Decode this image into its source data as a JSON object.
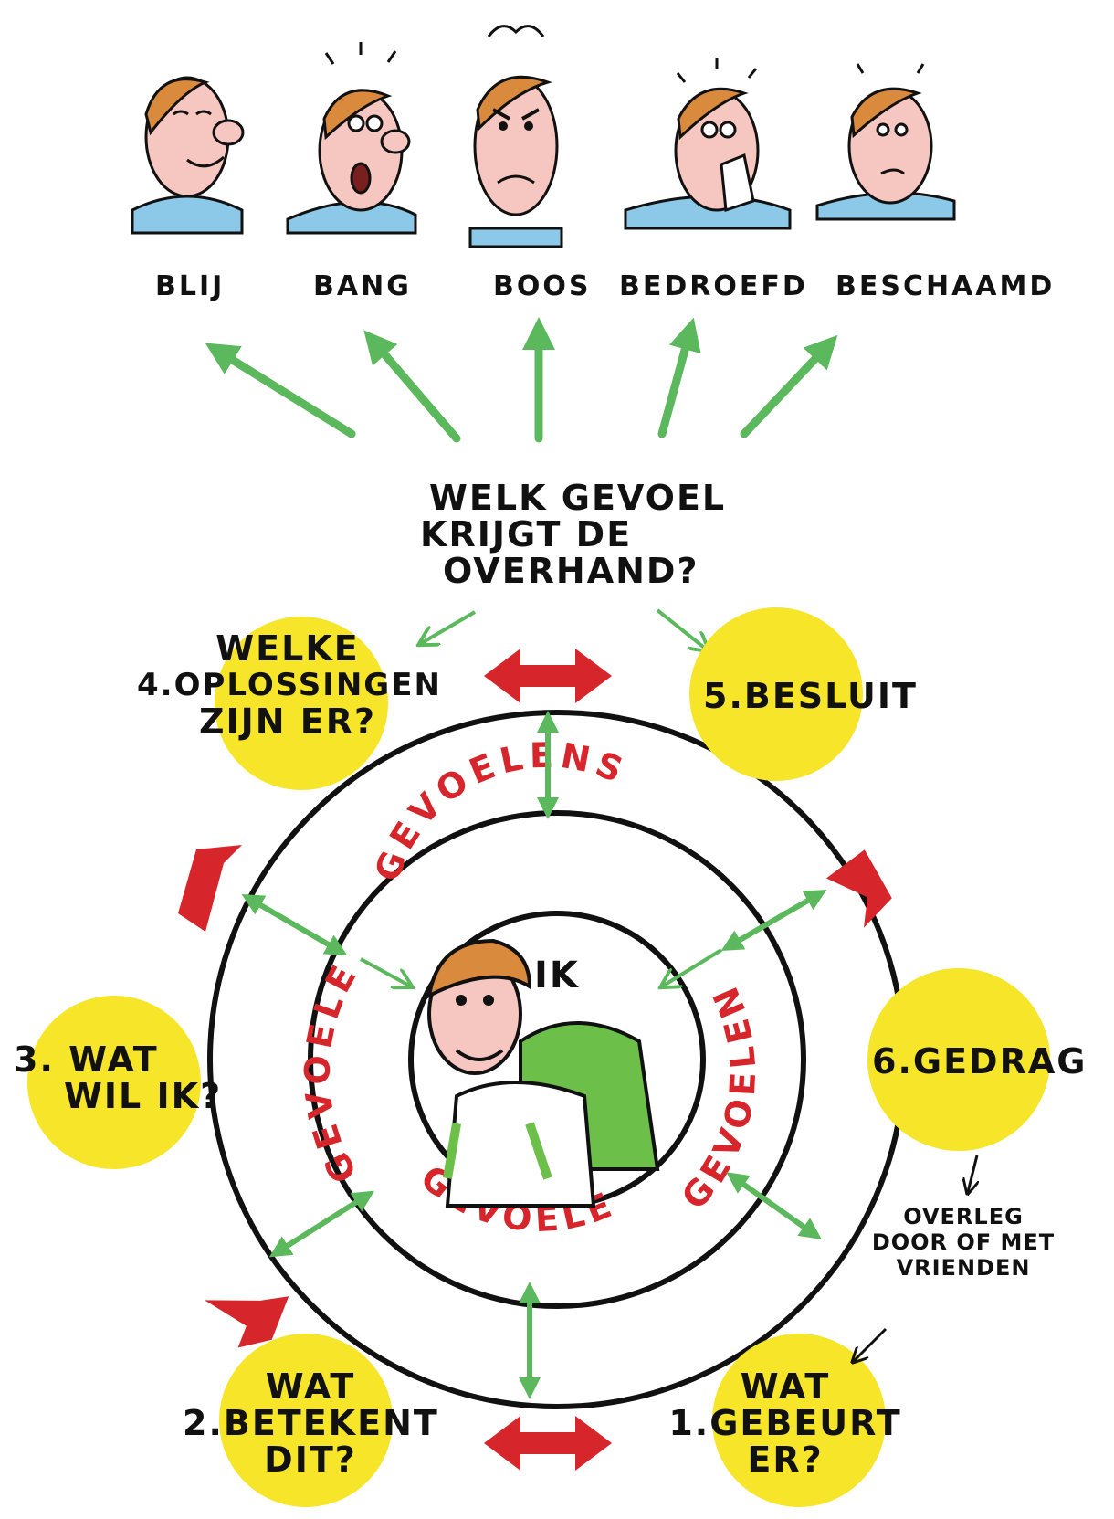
{
  "emotions": [
    {
      "label": "BLIJ",
      "icon": "happy-face-icon"
    },
    {
      "label": "BANG",
      "icon": "scared-face-icon"
    },
    {
      "label": "BOOS",
      "icon": "angry-face-icon"
    },
    {
      "label": "BEDROEFD",
      "icon": "sad-face-icon"
    },
    {
      "label": "BESCHAAMD",
      "icon": "ashamed-face-icon"
    }
  ],
  "question": {
    "line1": "WELK GEVOEL",
    "line2": "KRIJGT DE",
    "line3": "OVERHAND?"
  },
  "center": {
    "label": "IK",
    "ring_word": "GEVOELENS"
  },
  "steps": {
    "s1": {
      "l1": "WAT",
      "l2": "1.GEBEURT",
      "l3": "ER?"
    },
    "s2": {
      "l1": "WAT",
      "l2": "2.BETEKENT",
      "l3": "DIT?"
    },
    "s3": {
      "l1": "3. WAT",
      "l2": "WIL IK?"
    },
    "s4": {
      "l1": "WELKE",
      "l2": "4.OPLOSSINGEN",
      "l3": "ZIJN ER?"
    },
    "s5": {
      "l1": "5.BESLUIT"
    },
    "s6": {
      "l1": "6.GEDRAG"
    }
  },
  "friends_note": {
    "l1": "OVERLEG",
    "l2": "DOOR OF MET",
    "l3": "VRIENDEN"
  },
  "colors": {
    "yellow": "#f7e52a",
    "green": "#5cb85c",
    "red": "#d7262b",
    "skin": "#f6c6c0",
    "hair": "#d98a3c",
    "shirt": "#8cc8e8",
    "backpack": "#6cc04a"
  }
}
